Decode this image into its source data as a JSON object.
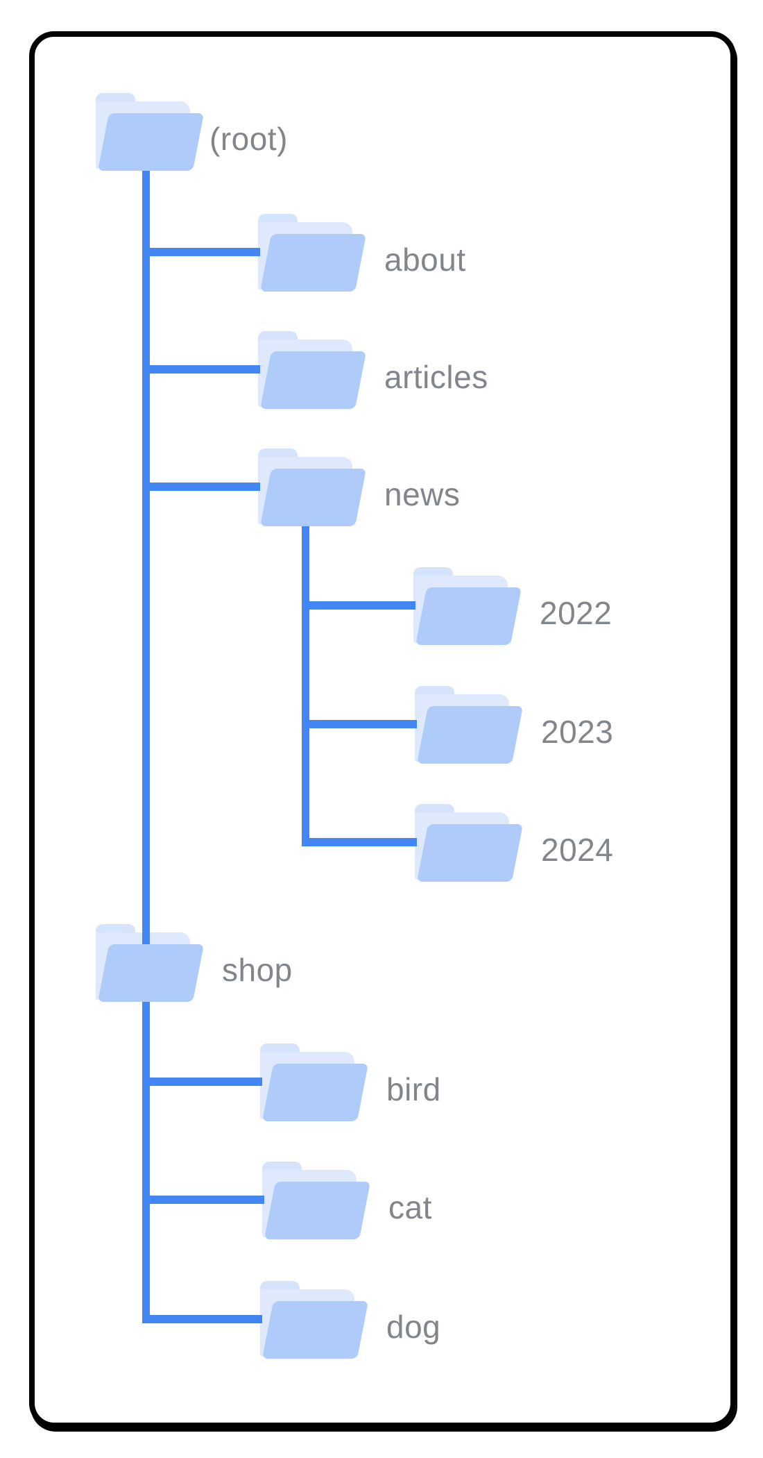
{
  "diagram": {
    "kind": "folder-hierarchy-tree",
    "tree": {
      "nodes": [
        {
          "id": "root",
          "label": "(root)",
          "depth": 0,
          "parent": null
        },
        {
          "id": "about",
          "label": "about",
          "depth": 1,
          "parent": "root"
        },
        {
          "id": "articles",
          "label": "articles",
          "depth": 1,
          "parent": "root"
        },
        {
          "id": "news",
          "label": "news",
          "depth": 1,
          "parent": "root"
        },
        {
          "id": "y2022",
          "label": "2022",
          "depth": 2,
          "parent": "news"
        },
        {
          "id": "y2023",
          "label": "2023",
          "depth": 2,
          "parent": "news"
        },
        {
          "id": "y2024",
          "label": "2024",
          "depth": 2,
          "parent": "news"
        },
        {
          "id": "shop",
          "label": "shop",
          "depth": 1,
          "parent": "root"
        },
        {
          "id": "bird",
          "label": "bird",
          "depth": 2,
          "parent": "shop"
        },
        {
          "id": "cat",
          "label": "cat",
          "depth": 2,
          "parent": "shop"
        },
        {
          "id": "dog",
          "label": "dog",
          "depth": 2,
          "parent": "shop"
        }
      ]
    },
    "colors": {
      "connector_blue": "#4285F4",
      "folder_front": "#AECBFA",
      "folder_back": "#DFE9FD",
      "folder_tab": "#D5E3FC",
      "label_gray": "#80868B",
      "card_border": "#000000",
      "background": "#FFFFFF"
    }
  }
}
